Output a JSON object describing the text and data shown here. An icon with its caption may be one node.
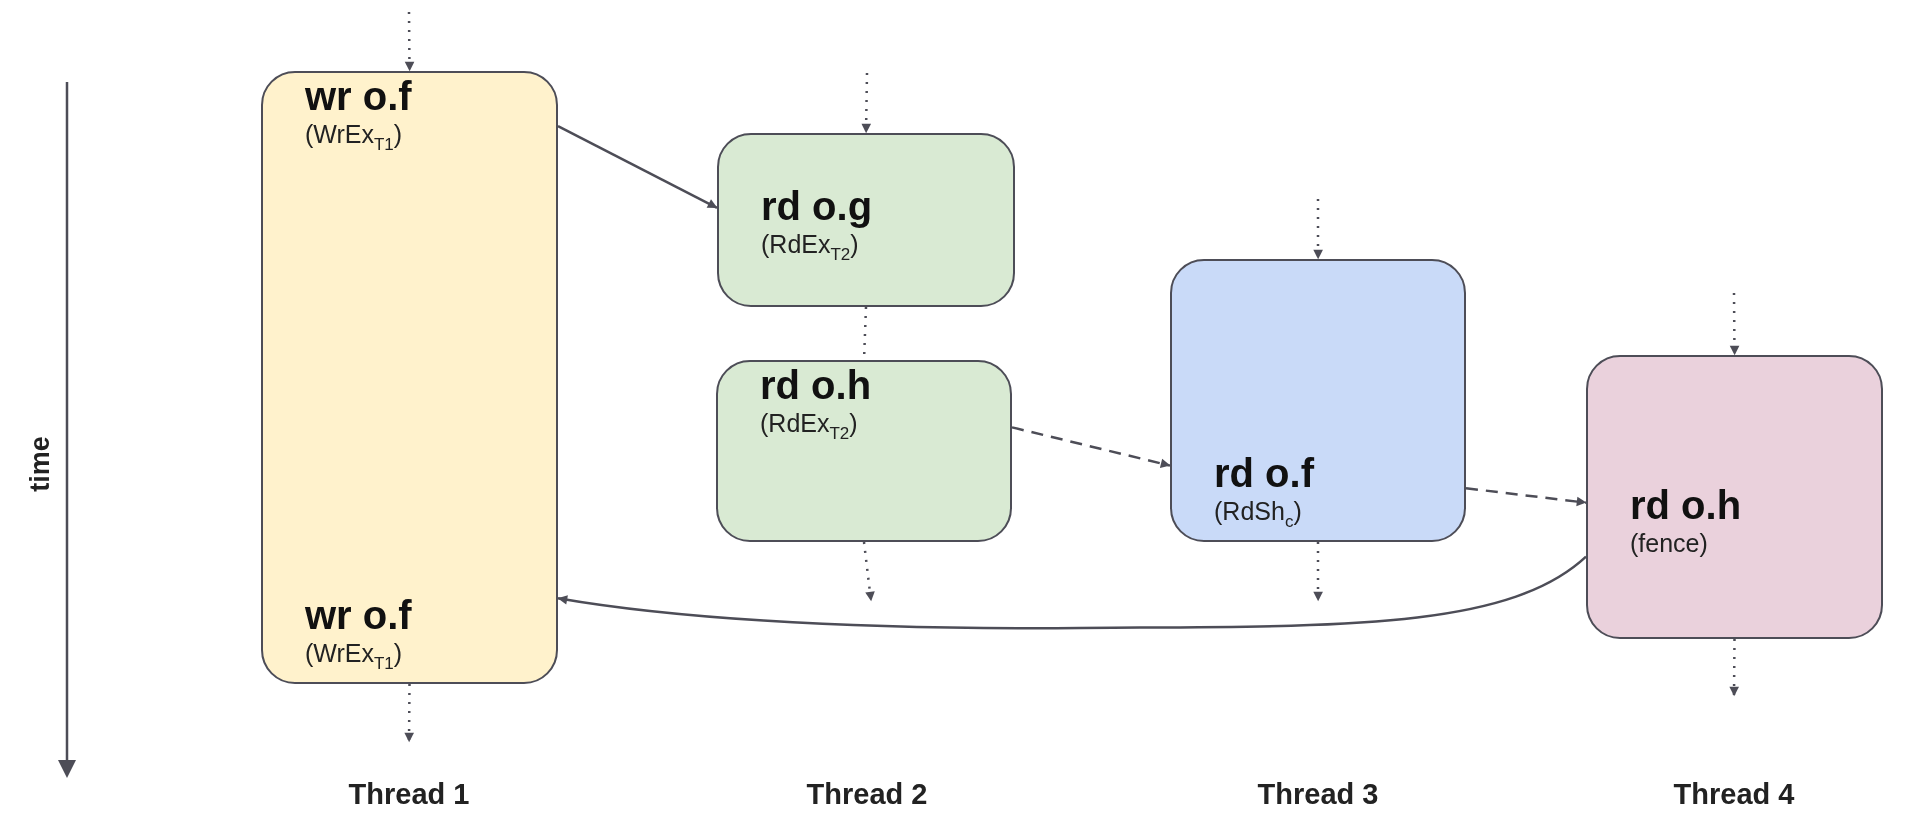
{
  "diagram": {
    "nodes": [
      {
        "text": [
          "wr o.f",
          "(WrEx$_{T1}$)",
          "wr o.f",
          "(WrEx$_{T1}$)"
        ]
      },
      {
        "text": [
          "rd o.g",
          "(RdEx$_{T2}$)"
        ]
      },
      {
        "text": [
          "rd o.h",
          "(RdEx$_{T2}$)"
        ]
      },
      {
        "text": [
          "rd o.f",
          "(RdSh$_{c}$)"
        ]
      },
      {
        "text": [
          "rd o.h",
          "(fence)"
        ]
      }
    ],
    "edges": [
      {
        "from": null,
        "to": 0,
        "arrow": "to",
        "style": "dashed"
      },
      {
        "from": 0,
        "to": 1,
        "arrow": "to"
      },
      {
        "from": 0,
        "to": null,
        "arrow": "to",
        "style": "dashed"
      },
      {
        "from": null,
        "to": 1,
        "arrow": "to",
        "style": "dashed"
      },
      {
        "from": 1,
        "to": 2,
        "arrow": "none",
        "style": "dashed"
      },
      {
        "from": 2,
        "to": null,
        "arrow": "to",
        "style": "dashed"
      },
      {
        "from": 2,
        "to": 3,
        "arrow": "to",
        "style": "dashed"
      },
      {
        "from": null,
        "to": 3,
        "arrow": "to",
        "style": "dashed"
      },
      {
        "from": 3,
        "to": null,
        "arrow": "to",
        "style": "dashed"
      },
      {
        "from": 3,
        "to": 4,
        "arrow": "to",
        "style": "dashed"
      },
      {
        "from": null,
        "to": 4,
        "arrow": "to",
        "style": "dashed"
      },
      {
        "from": 4,
        "to": null,
        "arrow": "to",
        "style": "dashed"
      },
      {
        "from": 4,
        "to": 0,
        "arrow": "to"
      }
    ],
    "labels": [
      "time",
      "Thread 1",
      "Thread 2",
      "Thread 3",
      "Thread 4"
    ]
  }
}
